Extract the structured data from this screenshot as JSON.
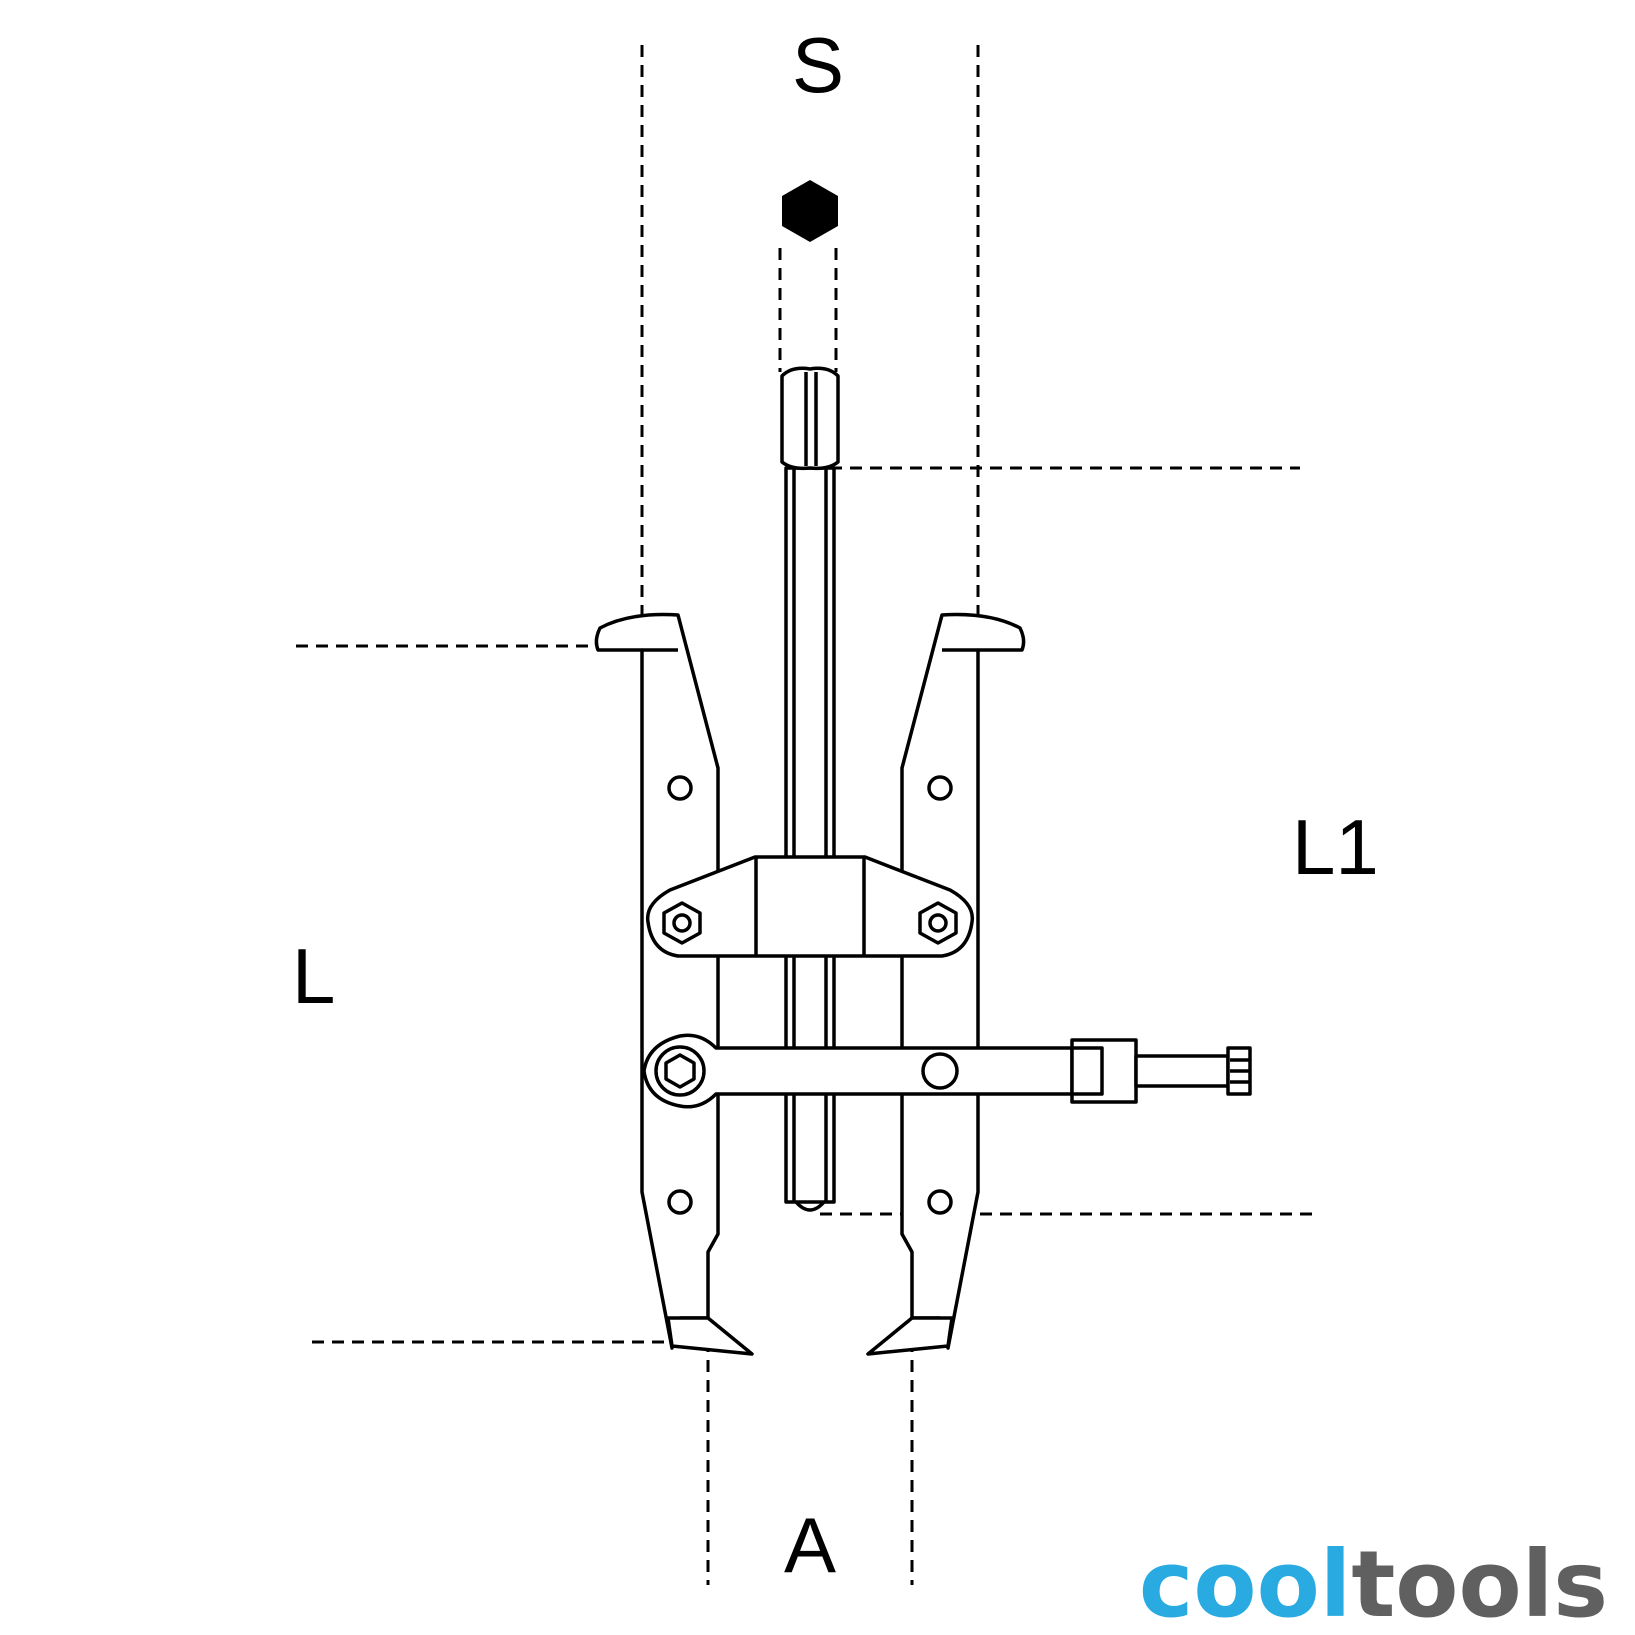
{
  "labels": {
    "s": "S",
    "l1": "L1",
    "l": "L",
    "a": "A"
  },
  "logo": {
    "part1": "cool",
    "part2": "tools",
    "color1": "#29abe2",
    "color2": "#606060"
  }
}
